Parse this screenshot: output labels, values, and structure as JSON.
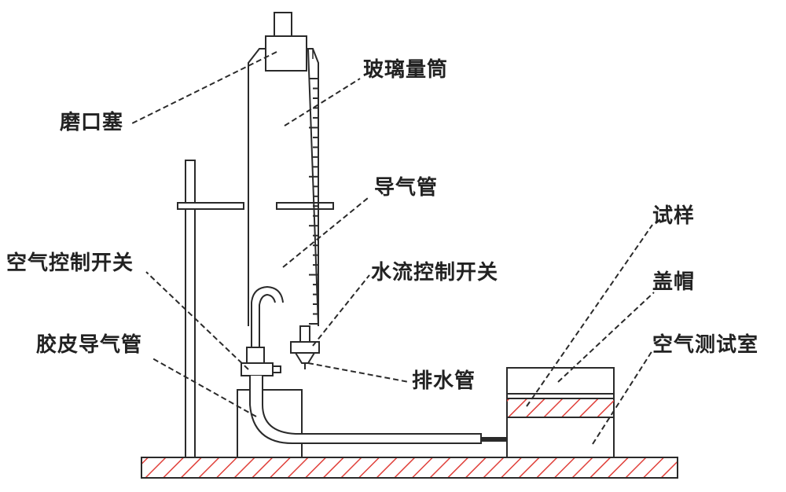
{
  "labels": {
    "stopper": "磨口塞",
    "cylinder": "玻璃量筒",
    "gas_tube": "导气管",
    "air_switch": "空气控制开关",
    "water_switch": "水流控制开关",
    "rubber_tube": "胶皮导气管",
    "drain_tube": "排水管",
    "sample": "试样",
    "lid": "盖帽",
    "air_chamber": "空气测试室"
  },
  "colors": {
    "line": "#2a2a2a",
    "hatch": "#e0403a",
    "text": "#222222",
    "background": "#ffffff"
  },
  "cylinder_scale_ticks": 26
}
